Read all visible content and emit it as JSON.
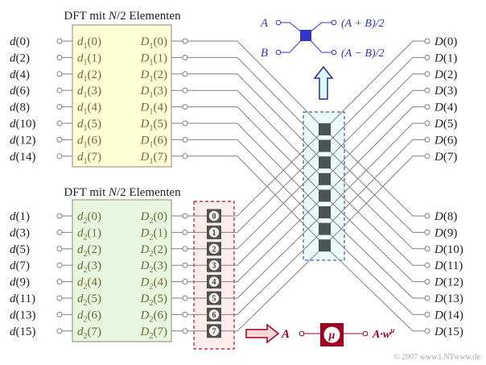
{
  "colors": {
    "wire": "#808080",
    "text": "#222222",
    "box_text": "#6b6b3a",
    "top_box_fill": "#ffffd8",
    "bottom_box_fill": "#e8f6e0",
    "box_stroke": "#8a8a7a",
    "butterfly_fill": "#4a5454",
    "butterfly_group_fill": "#eafcfc",
    "butterfly_group_stroke": "#2a2aa0",
    "twiddle_group_fill": "#fdecec",
    "twiddle_group_stroke": "#b0102a",
    "twiddle_fill": "#505050",
    "legend_blue": "#3333cc",
    "legend_red": "#a00020"
  },
  "top_block": {
    "title_prefix": "DFT  mit ",
    "title_N": "N",
    "title_suffix": "/2  Elementen",
    "inputs": [
      "d(0)",
      "d(2)",
      "d(4)",
      "d(6)",
      "d(8)",
      "d(10)",
      "d(12)",
      "d(14)"
    ],
    "inner_inputs": [
      {
        "base": "d",
        "sub": "1",
        "arg": "(0)"
      },
      {
        "base": "d",
        "sub": "1",
        "arg": "(1)"
      },
      {
        "base": "d",
        "sub": "1",
        "arg": "(2)"
      },
      {
        "base": "d",
        "sub": "1",
        "arg": "(3)"
      },
      {
        "base": "d",
        "sub": "1",
        "arg": "(4)"
      },
      {
        "base": "d",
        "sub": "1",
        "arg": "(5)"
      },
      {
        "base": "d",
        "sub": "1",
        "arg": "(6)"
      },
      {
        "base": "d",
        "sub": "1",
        "arg": "(7)"
      }
    ],
    "inner_outputs": [
      {
        "base": "D",
        "sub": "1",
        "arg": "(0)"
      },
      {
        "base": "D",
        "sub": "1",
        "arg": "(1)"
      },
      {
        "base": "D",
        "sub": "1",
        "arg": "(2)"
      },
      {
        "base": "D",
        "sub": "1",
        "arg": "(3)"
      },
      {
        "base": "D",
        "sub": "1",
        "arg": "(4)"
      },
      {
        "base": "D",
        "sub": "1",
        "arg": "(5)"
      },
      {
        "base": "D",
        "sub": "1",
        "arg": "(6)"
      },
      {
        "base": "D",
        "sub": "1",
        "arg": "(7)"
      }
    ]
  },
  "bottom_block": {
    "title_prefix": "DFT  mit ",
    "title_N": "N",
    "title_suffix": "/2  Elementen",
    "inputs": [
      "d(1)",
      "d(3)",
      "d(5)",
      "d(7)",
      "d(9)",
      "d(11)",
      "d(13)",
      "d(15)"
    ],
    "inner_inputs": [
      {
        "base": "d",
        "sub": "2",
        "arg": "(0)"
      },
      {
        "base": "d",
        "sub": "2",
        "arg": "(1)"
      },
      {
        "base": "d",
        "sub": "2",
        "arg": "(2)"
      },
      {
        "base": "d",
        "sub": "2",
        "arg": "(3)"
      },
      {
        "base": "d",
        "sub": "2",
        "arg": "(4)"
      },
      {
        "base": "d",
        "sub": "2",
        "arg": "(5)"
      },
      {
        "base": "d",
        "sub": "2",
        "arg": "(6)"
      },
      {
        "base": "d",
        "sub": "2",
        "arg": "(7)"
      }
    ],
    "inner_outputs": [
      {
        "base": "D",
        "sub": "2",
        "arg": "(0)"
      },
      {
        "base": "D",
        "sub": "2",
        "arg": "(1)"
      },
      {
        "base": "D",
        "sub": "2",
        "arg": "(2)"
      },
      {
        "base": "D",
        "sub": "2",
        "arg": "(3)"
      },
      {
        "base": "D",
        "sub": "2",
        "arg": "(4)"
      },
      {
        "base": "D",
        "sub": "2",
        "arg": "(5)"
      },
      {
        "base": "D",
        "sub": "2",
        "arg": "(6)"
      },
      {
        "base": "D",
        "sub": "2",
        "arg": "(7)"
      }
    ]
  },
  "twiddle_factors": [
    "0",
    "1",
    "2",
    "3",
    "4",
    "5",
    "6",
    "7"
  ],
  "butterfly_count": 8,
  "outputs": [
    "D(0)",
    "D(1)",
    "D(2)",
    "D(3)",
    "D(4)",
    "D(5)",
    "D(6)",
    "D(7)",
    "D(8)",
    "D(9)",
    "D(10)",
    "D(11)",
    "D(12)",
    "D(13)",
    "D(14)",
    "D(15)"
  ],
  "legend_butterfly": {
    "input_a": "A",
    "input_b": "B",
    "output_sum": "(A + B)/2",
    "output_diff": "(A − B)/2"
  },
  "legend_twiddle": {
    "input": "A",
    "symbol": "μ",
    "output_base": "A·w",
    "output_exp": "μ"
  },
  "copyright": "© 2007 www.LNTwww.de"
}
